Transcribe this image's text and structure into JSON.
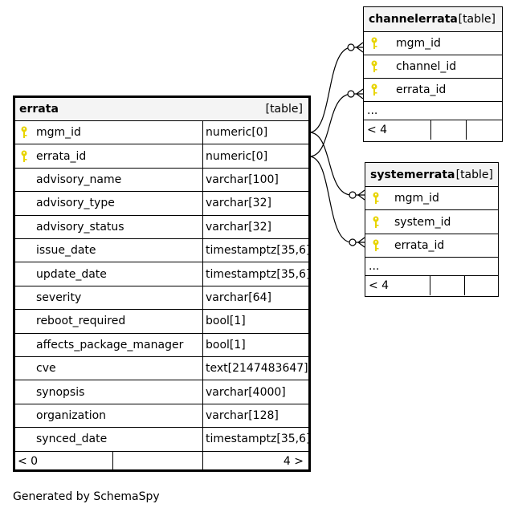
{
  "tables": {
    "errata": {
      "name": "errata",
      "kind": "[table]",
      "columns": [
        {
          "name": "mgm_id",
          "type": "numeric[0]",
          "key": true
        },
        {
          "name": "errata_id",
          "type": "numeric[0]",
          "key": true
        },
        {
          "name": "advisory_name",
          "type": "varchar[100]",
          "key": false
        },
        {
          "name": "advisory_type",
          "type": "varchar[32]",
          "key": false
        },
        {
          "name": "advisory_status",
          "type": "varchar[32]",
          "key": false
        },
        {
          "name": "issue_date",
          "type": "timestamptz[35,6]",
          "key": false
        },
        {
          "name": "update_date",
          "type": "timestamptz[35,6]",
          "key": false
        },
        {
          "name": "severity",
          "type": "varchar[64]",
          "key": false
        },
        {
          "name": "reboot_required",
          "type": "bool[1]",
          "key": false
        },
        {
          "name": "affects_package_manager",
          "type": "bool[1]",
          "key": false
        },
        {
          "name": "cve",
          "type": "text[2147483647]",
          "key": false
        },
        {
          "name": "synopsis",
          "type": "varchar[4000]",
          "key": false
        },
        {
          "name": "organization",
          "type": "varchar[128]",
          "key": false
        },
        {
          "name": "synced_date",
          "type": "timestamptz[35,6]",
          "key": false
        }
      ],
      "footer_left": "< 0",
      "footer_right": "4 >"
    },
    "channelerrata": {
      "name": "channelerrata",
      "kind": "[table]",
      "columns": [
        {
          "name": "mgm_id",
          "key": true
        },
        {
          "name": "channel_id",
          "key": true
        },
        {
          "name": "errata_id",
          "key": true
        }
      ],
      "ellipsis": "...",
      "footer_left": "< 4"
    },
    "systemerrata": {
      "name": "systemerrata",
      "kind": "[table]",
      "columns": [
        {
          "name": "mgm_id",
          "key": true
        },
        {
          "name": "system_id",
          "key": true
        },
        {
          "name": "errata_id",
          "key": true
        }
      ],
      "ellipsis": "...",
      "footer_left": "< 4"
    }
  },
  "colors": {
    "key_icon": "#e8d400",
    "header_bg": "#f4f4f4",
    "line": "#000000"
  },
  "icons": {
    "primary_key": "key-icon"
  },
  "caption": "Generated by SchemaSpy"
}
